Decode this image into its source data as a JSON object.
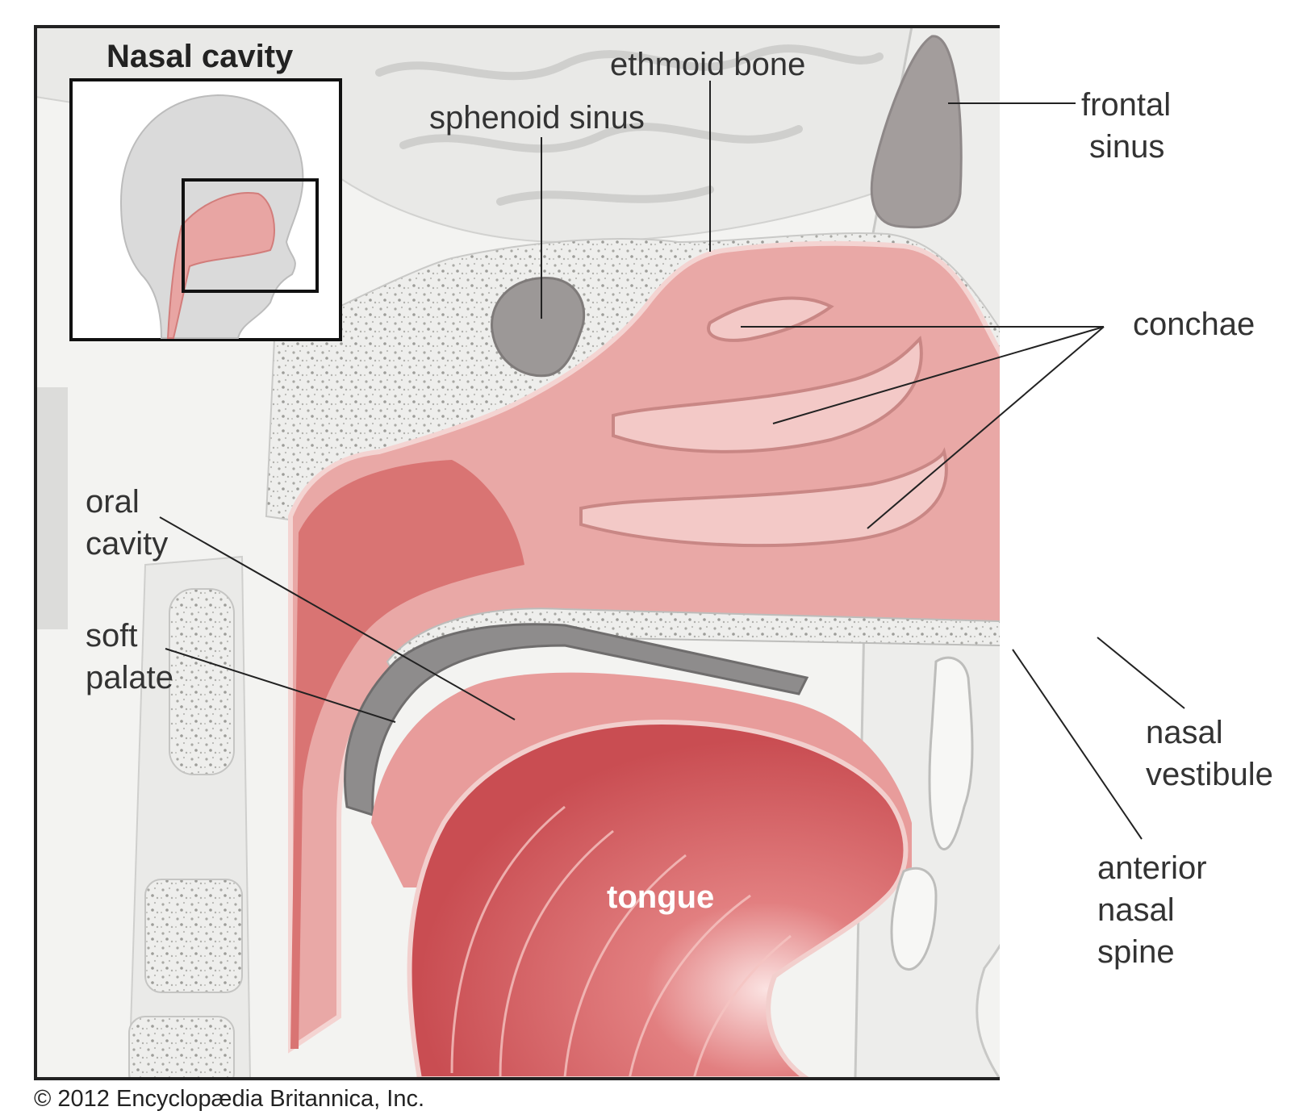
{
  "inset": {
    "title": "Nasal cavity"
  },
  "labels": {
    "ethmoid_bone": "ethmoid bone",
    "sphenoid_sinus": "sphenoid sinus",
    "frontal_sinus": [
      "frontal",
      "sinus"
    ],
    "conchae": "conchae",
    "oral_cavity": [
      "oral",
      "cavity"
    ],
    "soft_palate": [
      "soft",
      "palate"
    ],
    "nasal_vestibule": [
      "nasal",
      "vestibule"
    ],
    "anterior_nasal_spine": [
      "anterior",
      "nasal",
      "spine"
    ],
    "tongue": "tongue"
  },
  "copyright": "© 2012 Encyclopædia Britannica, Inc.",
  "colors": {
    "nasal_pink": "#e8a5a3",
    "tongue_red": "#d65a5e",
    "bone_gray": "#e6e6e4",
    "soft_tissue": "#f0f0ee",
    "frame": "#222222"
  }
}
